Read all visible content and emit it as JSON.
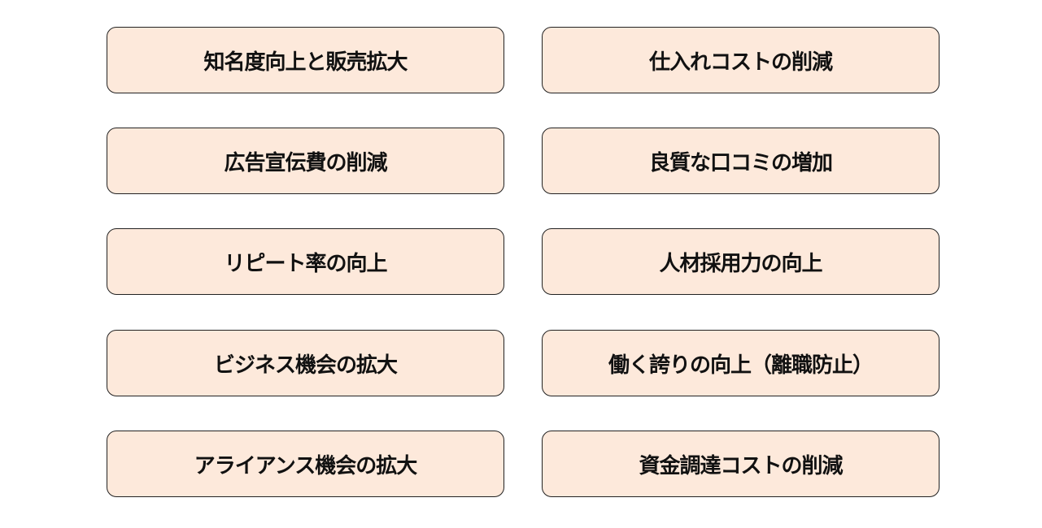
{
  "colors": {
    "box_fill": "#fde9db",
    "box_border": "#222222",
    "text": "#111111"
  },
  "boxes": {
    "left": [
      "知名度向上と販売拡大",
      "広告宣伝費の削減",
      "リピート率の向上",
      "ビジネス機会の拡大",
      "アライアンス機会の拡大"
    ],
    "right": [
      "仕入れコストの削減",
      "良質な口コミの増加",
      "人材採用力の向上",
      "働く誇りの向上（離職防止）",
      "資金調達コストの削減"
    ]
  }
}
